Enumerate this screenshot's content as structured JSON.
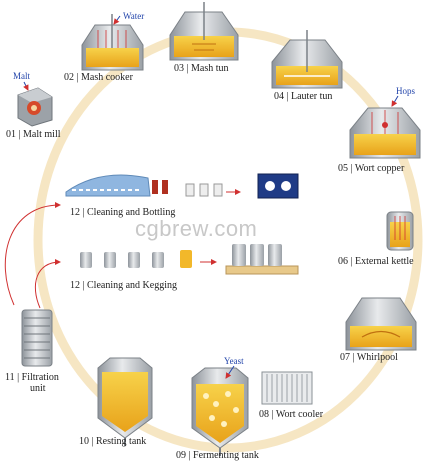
{
  "watermark": "cgbrew.com",
  "inputs": {
    "water": "Water",
    "malt": "Malt",
    "hops": "Hops",
    "yeast": "Yeast"
  },
  "steps": [
    {
      "id": "01",
      "label": "01 | Malt mill"
    },
    {
      "id": "02",
      "label": "02 | Mash cooker"
    },
    {
      "id": "03",
      "label": "03 | Mash tun"
    },
    {
      "id": "04",
      "label": "04 | Lauter tun"
    },
    {
      "id": "05",
      "label": "05 | Wort copper"
    },
    {
      "id": "06",
      "label": "06 | External kettle"
    },
    {
      "id": "07",
      "label": "07 | Whirlpool"
    },
    {
      "id": "08",
      "label": "08 | Wort cooler"
    },
    {
      "id": "09",
      "label": "09 | Fermenting tank"
    },
    {
      "id": "10",
      "label": "10 | Resting tank"
    },
    {
      "id": "11a",
      "label": "11 | Filtration"
    },
    {
      "id": "11b",
      "label": "unit"
    },
    {
      "id": "12a",
      "label": "12 | Cleaning and Bottling"
    },
    {
      "id": "12b",
      "label": "12 | Cleaning and Kegging"
    }
  ],
  "colors": {
    "ring": "#f6e6c0",
    "liquid": "#f2b82a",
    "steel": "#b9bec4",
    "arrow": "#d03030",
    "text": "#222222",
    "annotation": "#2244aa"
  }
}
